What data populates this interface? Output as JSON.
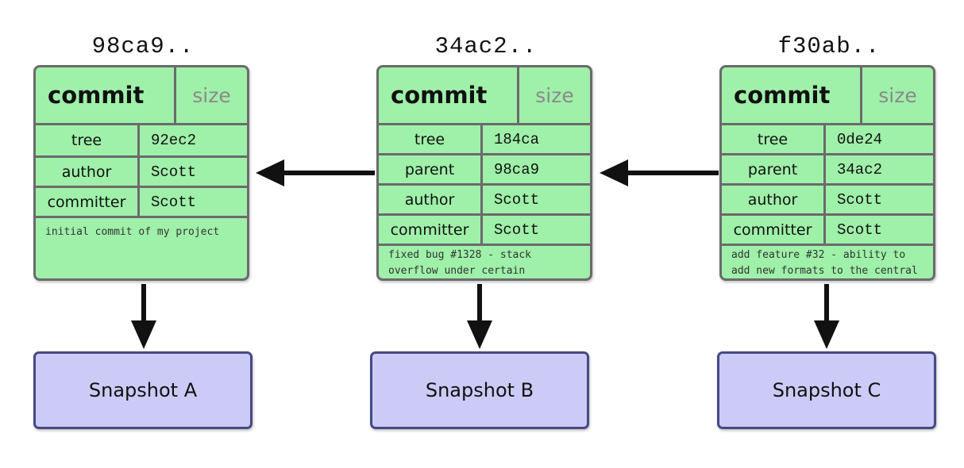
{
  "commits": [
    {
      "hash": "98ca9..",
      "header": {
        "kind": "commit",
        "size": "size"
      },
      "fields": [
        {
          "key": "tree",
          "value": "92ec2"
        },
        {
          "key": "author",
          "value": "Scott"
        },
        {
          "key": "committer",
          "value": "Scott"
        }
      ],
      "message": "initial commit of my project",
      "snapshot": "Snapshot A"
    },
    {
      "hash": "34ac2..",
      "header": {
        "kind": "commit",
        "size": "size"
      },
      "fields": [
        {
          "key": "tree",
          "value": "184ca"
        },
        {
          "key": "parent",
          "value": "98ca9"
        },
        {
          "key": "author",
          "value": "Scott"
        },
        {
          "key": "committer",
          "value": "Scott"
        }
      ],
      "message": "fixed bug #1328 - stack\noverflow under certain",
      "snapshot": "Snapshot B"
    },
    {
      "hash": "f30ab..",
      "header": {
        "kind": "commit",
        "size": "size"
      },
      "fields": [
        {
          "key": "tree",
          "value": "0de24"
        },
        {
          "key": "parent",
          "value": "34ac2"
        },
        {
          "key": "author",
          "value": "Scott"
        },
        {
          "key": "committer",
          "value": "Scott"
        }
      ],
      "message": "add feature #32 - ability to\nadd new formats to the central",
      "snapshot": "Snapshot C"
    }
  ],
  "colors": {
    "commit_fill": "#9ff0a9",
    "commit_border": "#6b6b6b",
    "snapshot_fill": "#cccbf8",
    "snapshot_border": "#444a85",
    "arrow": "#111111"
  }
}
